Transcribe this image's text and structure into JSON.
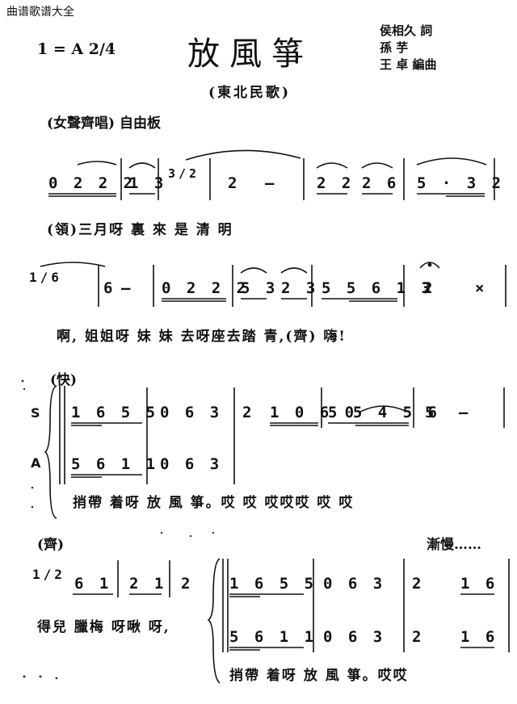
{
  "watermark": "曲谱歌谱大全",
  "header": {
    "key_signature": "1 = A 2/4",
    "title": "放風箏",
    "credits": [
      "侯相久  詞",
      "孫 芋",
      "王 卓 編曲"
    ],
    "subtitle": "(東北民歌)"
  },
  "section1": {
    "tempo": "(女聲齊唱) 自由板",
    "row1_notes": [
      "0 2 2 2",
      "1 3",
      "3/2",
      "2",
      "—",
      "2 2",
      "2 6",
      "5 · 3 2"
    ],
    "row1_lyrics": "(領)三月呀 裏        來           是 清       明",
    "row2_notes": [
      "1/6",
      "6",
      "—",
      "0 2 2 2",
      "5 3",
      "2 3",
      "5 5 6 1 3",
      "2",
      "×"
    ],
    "row2_lyrics": "啊,          姐姐呀  妹  妹    去呀座去踏  青,(齊) 嗨!"
  },
  "section2": {
    "tempo": "(快)",
    "voices": [
      "S",
      "A"
    ],
    "soprano_notes": [
      "1 6 5 5",
      "0 6 3",
      "2",
      "1 0 6 0",
      "5 5 4 5 6",
      "5",
      "—"
    ],
    "alto_notes": [
      "5 6 1 1",
      "0 6 3"
    ],
    "lyrics": "捎帶 着呀     放 風 箏。哎 哎   哎哎哎   哎   哎"
  },
  "section3": {
    "tempo": "(齊)",
    "dynamic": "漸慢……",
    "lead_notes": [
      "1/2",
      "6 1",
      "2 1",
      "2"
    ],
    "lead_lyrics": "得兒 臘梅  呀啾   呀,",
    "soprano_notes": [
      "1 6 5 5",
      "0 6 3",
      "2",
      "1 6"
    ],
    "alto_notes": [
      "5 6 1 1",
      "0 6 3",
      "2",
      "1 6"
    ],
    "lyrics": "捎帶 着呀      放 風      箏。哎哎"
  }
}
